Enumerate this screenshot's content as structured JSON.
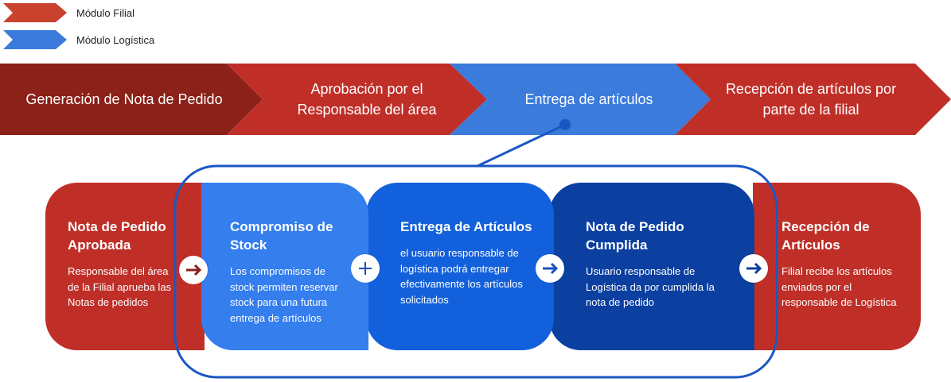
{
  "colors": {
    "filial_red": "#C0302A",
    "filial_dark_red": "#8B2118",
    "logistica_blue": "#3A7BDB",
    "card_blue_light": "#347EEE",
    "card_blue_mid": "#1360DC",
    "card_blue_dark": "#0B3FA0",
    "outline_blue": "#1B57C4"
  },
  "legend": [
    {
      "label": "Módulo Filial",
      "color": "#C8422E"
    },
    {
      "label": "Módulo Logística",
      "color": "#3A7BDB"
    }
  ],
  "process_steps": [
    {
      "label": "Generación de Nota de Pedido",
      "module": "filial"
    },
    {
      "label": "Aprobación por el Responsable del área",
      "module": "filial"
    },
    {
      "label": "Entrega de artículos",
      "module": "logistica"
    },
    {
      "label": "Recepción de artículos por parte de la filial",
      "module": "filial"
    }
  ],
  "detail_cards": [
    {
      "title": "Nota de Pedido Aprobada",
      "text": "Responsable del área de la Filial aprueba las Notas de pedidos"
    },
    {
      "title": "Compromiso de Stock",
      "text": "Los compromisos de stock permiten reservar stock para una futura entrega de artículos"
    },
    {
      "title": "Entrega de Artículos",
      "text": "el usuario responsable de logística podrá entregar efectivamente los artículos solicitados"
    },
    {
      "title": "Nota de Pedido Cumplida",
      "text": "Usuario responsable de Logística da por cumplida la nota de pedido"
    },
    {
      "title": "Recepción  de Artículos",
      "text": "Filial recibe los artículos enviados por el responsable de Logística"
    }
  ],
  "connectors": [
    {
      "icon": "arrow-right-icon"
    },
    {
      "icon": "plus-icon"
    },
    {
      "icon": "arrow-right-icon"
    },
    {
      "icon": "arrow-right-icon"
    }
  ]
}
